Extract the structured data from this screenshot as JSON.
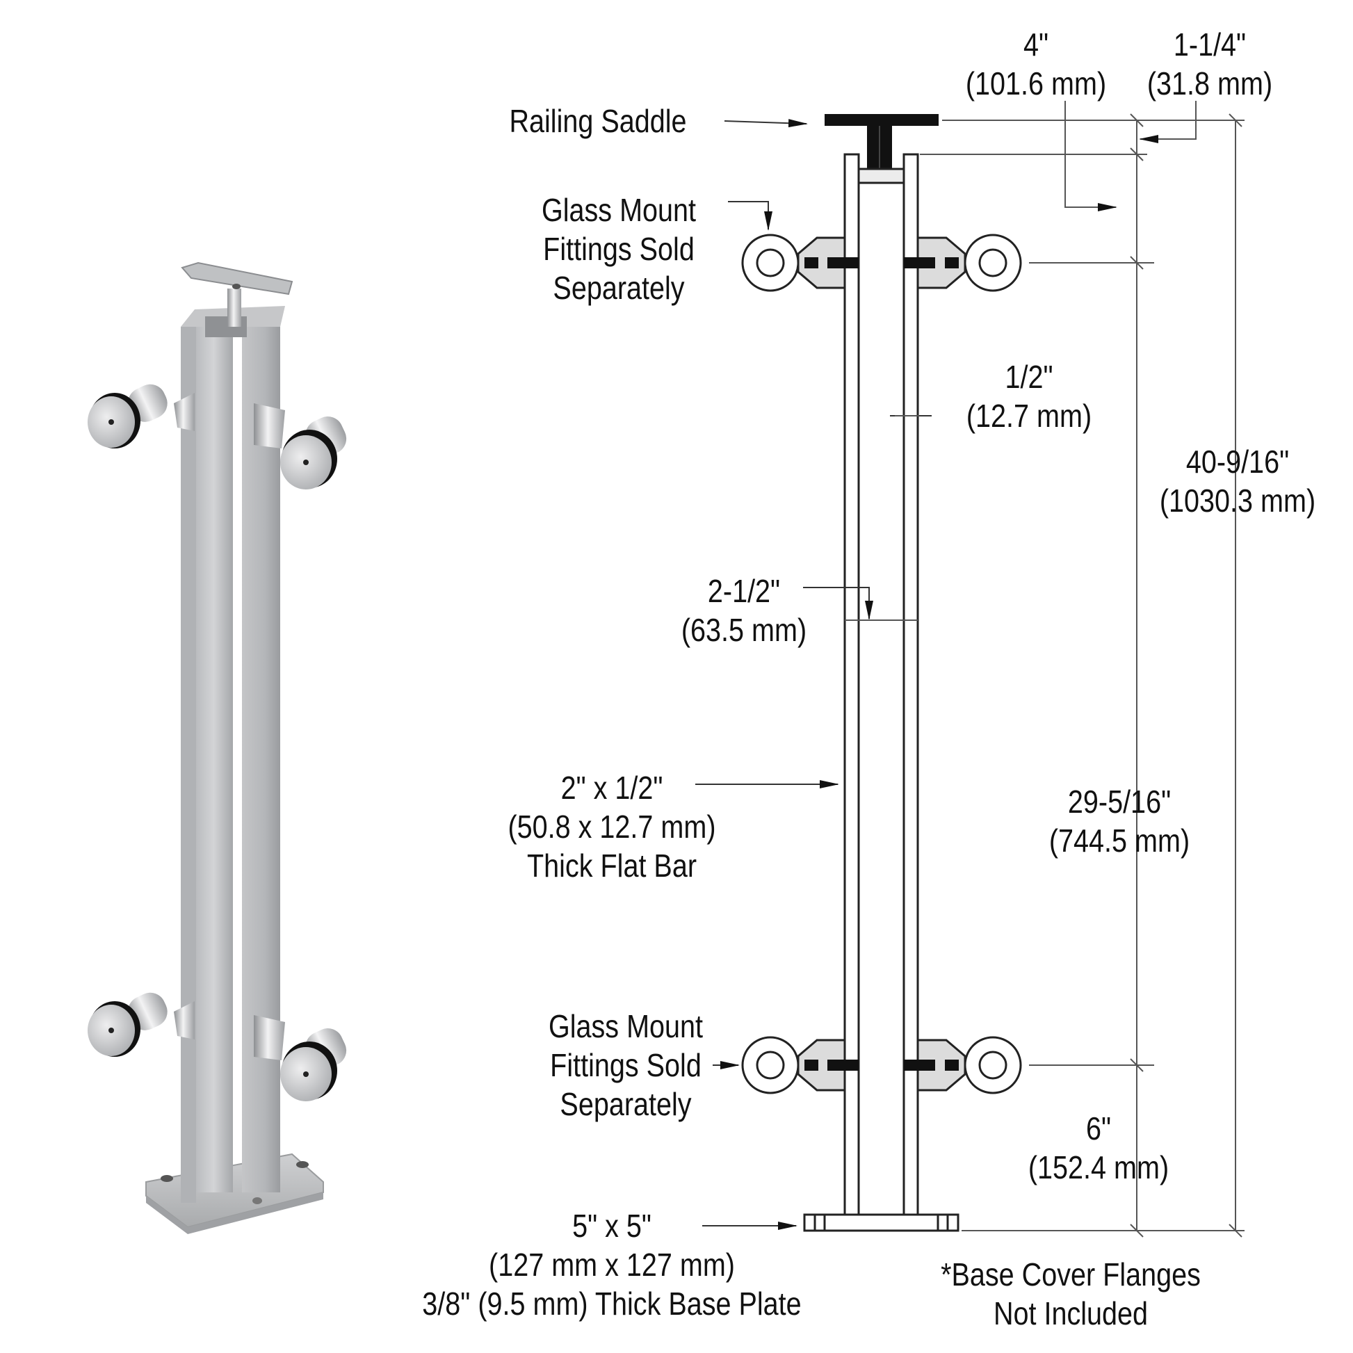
{
  "product_render": {
    "description": "Stainless steel double flat bar glass railing corner post with saddle, four glass mount fittings, and square base plate",
    "colors": {
      "steel_light": "#c9cacc",
      "steel_mid": "#a9abae",
      "steel_dark": "#7d7f82",
      "gasket": "#111111"
    }
  },
  "callouts": {
    "railing_saddle": "Railing Saddle",
    "glass_mount_top": [
      "Glass Mount",
      "Fittings Sold",
      "Separately"
    ],
    "glass_mount_bottom": [
      "Glass Mount",
      "Fittings Sold",
      "Separately"
    ],
    "flat_bar": [
      "2\" x 1/2\"",
      "(50.8 x 12.7 mm)",
      "Thick Flat Bar"
    ],
    "base_plate": [
      "5\" x 5\"",
      "(127 mm x 127 mm)",
      "3/8\" (9.5 mm) Thick Base Plate"
    ],
    "note": [
      "*Base Cover Flanges",
      "Not Included"
    ]
  },
  "dimensions": {
    "saddle_width": {
      "imperial": "4\"",
      "metric": "(101.6 mm)"
    },
    "saddle_height": {
      "imperial": "1-1/4\"",
      "metric": "(31.8 mm)"
    },
    "bar_thickness": {
      "imperial": "1/2\"",
      "metric": "(12.7 mm)"
    },
    "bar_gap": {
      "imperial": "2-1/2\"",
      "metric": "(63.5 mm)"
    },
    "overall_height": {
      "imperial": "40-9/16\"",
      "metric": "(1030.3 mm)"
    },
    "fitting_spacing": {
      "imperial": "29-5/16\"",
      "metric": "(744.5 mm)"
    },
    "bottom_fitting_height": {
      "imperial": "6\"",
      "metric": "(152.4 mm)"
    }
  },
  "colors": {
    "line": "#1a1a1a",
    "dim_line": "#555555",
    "fill_grey": "#d8d8d8"
  }
}
